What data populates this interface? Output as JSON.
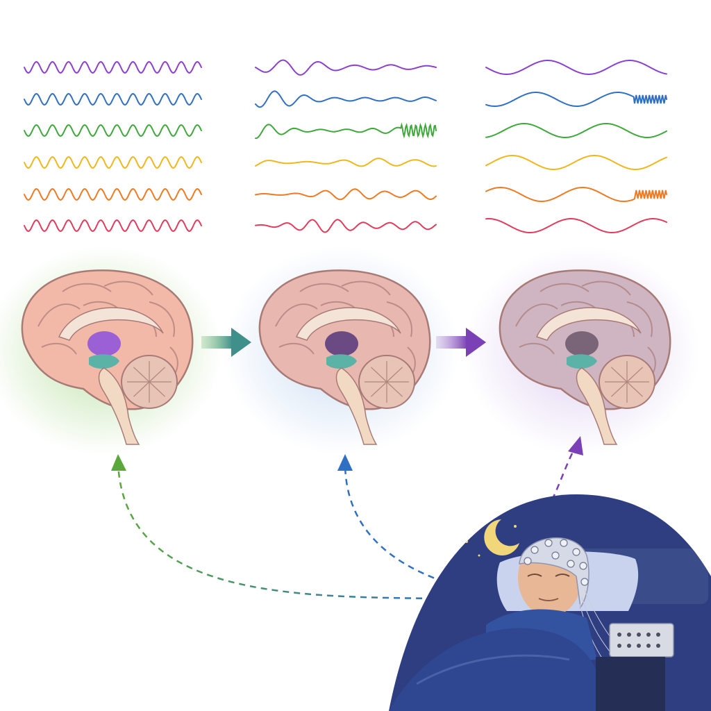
{
  "diagram": {
    "text": [],
    "wave_colors": [
      "#8b3fd1",
      "#2f6fc4",
      "#3ea83a",
      "#f0b71b",
      "#f07a22",
      "#e23b5c"
    ],
    "stages": [
      {
        "name": "stage-1",
        "glow": "#b9e0a2",
        "thalamus": "#9b5fd6",
        "tint": "#f2b9a8",
        "pattern": "regular"
      },
      {
        "name": "stage-2",
        "glow": "#c6daf2",
        "thalamus": "#6b4a84",
        "tint": "#e8b8b0",
        "pattern": "irregular"
      },
      {
        "name": "stage-3",
        "glow": "#dccbef",
        "thalamus": "#7a6478",
        "tint": "#cfb5c2",
        "pattern": "slow"
      }
    ],
    "arrow_colors": [
      "#4aa870",
      "#7b3fb6"
    ],
    "link_colors": [
      "#5aa83a",
      "#2f6fc4",
      "#7b3fb6"
    ],
    "night_scene": {
      "sky": "#2e3e80",
      "moon": "#f2d77a",
      "blanket": "#2f4690"
    }
  }
}
